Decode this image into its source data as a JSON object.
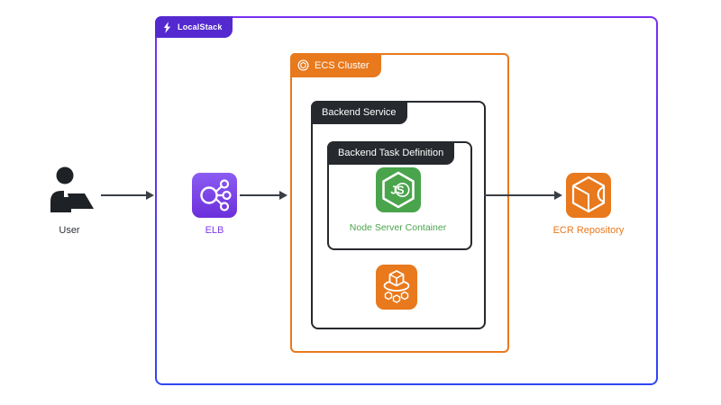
{
  "diagram": {
    "localstack": {
      "label": "LocalStack"
    },
    "ecs_cluster": {
      "label": "ECS Cluster"
    },
    "backend_service": {
      "label": "Backend Service"
    },
    "task_definition": {
      "label": "Backend Task Definition"
    },
    "node_container": {
      "label": "Node Server Container",
      "hexagon_text": "JS"
    },
    "user": {
      "label": "User"
    },
    "elb": {
      "label": "ELB"
    },
    "ecr": {
      "label": "ECR Repository"
    }
  },
  "icons": {
    "localstack_logo": "localstack-bolt-icon",
    "ecs_cluster_badge": "ecs-ring-icon",
    "nodejs": "nodejs-hexagon-icon",
    "ecs_service": "ecs-cube-orbit-icon",
    "user": "person-at-laptop-icon",
    "elb": "load-balancer-icon",
    "ecr": "registry-cube-icon"
  },
  "colors": {
    "localstack_purple": "#5429D0",
    "boundary_gradient_top": "#7A2FF0",
    "boundary_gradient_bottom": "#2F46F2",
    "aws_orange": "#E8791D",
    "dark_box": "#26292E",
    "node_green": "#4AA44C",
    "elb_purple": "#7C3AED",
    "arrow": "#3A3E45"
  }
}
